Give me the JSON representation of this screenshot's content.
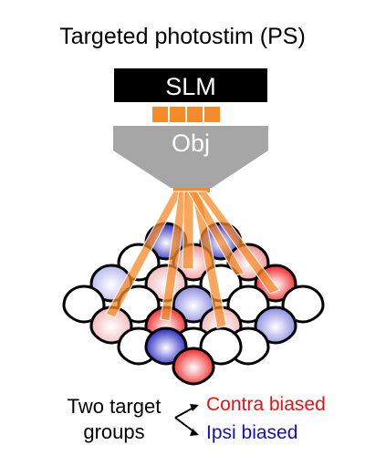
{
  "title": "Targeted photostim (PS)",
  "slm_label": "SLM",
  "objective_label": "Obj",
  "legend": {
    "groups_label_line1": "Two target",
    "groups_label_line2": "groups",
    "contra_label": "Contra biased",
    "ipsi_label": "Ipsi biased"
  },
  "colors": {
    "beam": "#f58a28",
    "objective": "#a6a6a6",
    "slm": "#000000",
    "contra": "#ee1111",
    "ipsi": "#1111bb"
  }
}
